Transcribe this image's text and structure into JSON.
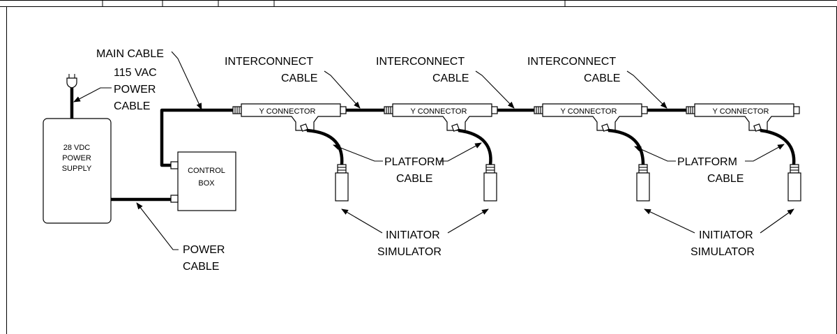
{
  "labels": {
    "main_cable": "MAIN CABLE",
    "ac_power_line1": "115 VAC",
    "ac_power_line2": "POWER",
    "ac_power_line3": "CABLE",
    "power_supply_line1": "28 VDC",
    "power_supply_line2": "POWER",
    "power_supply_line3": "SUPPLY",
    "control_box_line1": "CONTROL",
    "control_box_line2": "BOX",
    "power_cable_line1": "POWER",
    "power_cable_line2": "CABLE",
    "interconnect_line1": "INTERCONNECT",
    "interconnect_line2": "CABLE",
    "y_connector": "Y CONNECTOR",
    "platform_line1": "PLATFORM",
    "platform_line2": "CABLE",
    "initiator_line1": "INITIATOR",
    "initiator_line2": "SIMULATOR"
  }
}
